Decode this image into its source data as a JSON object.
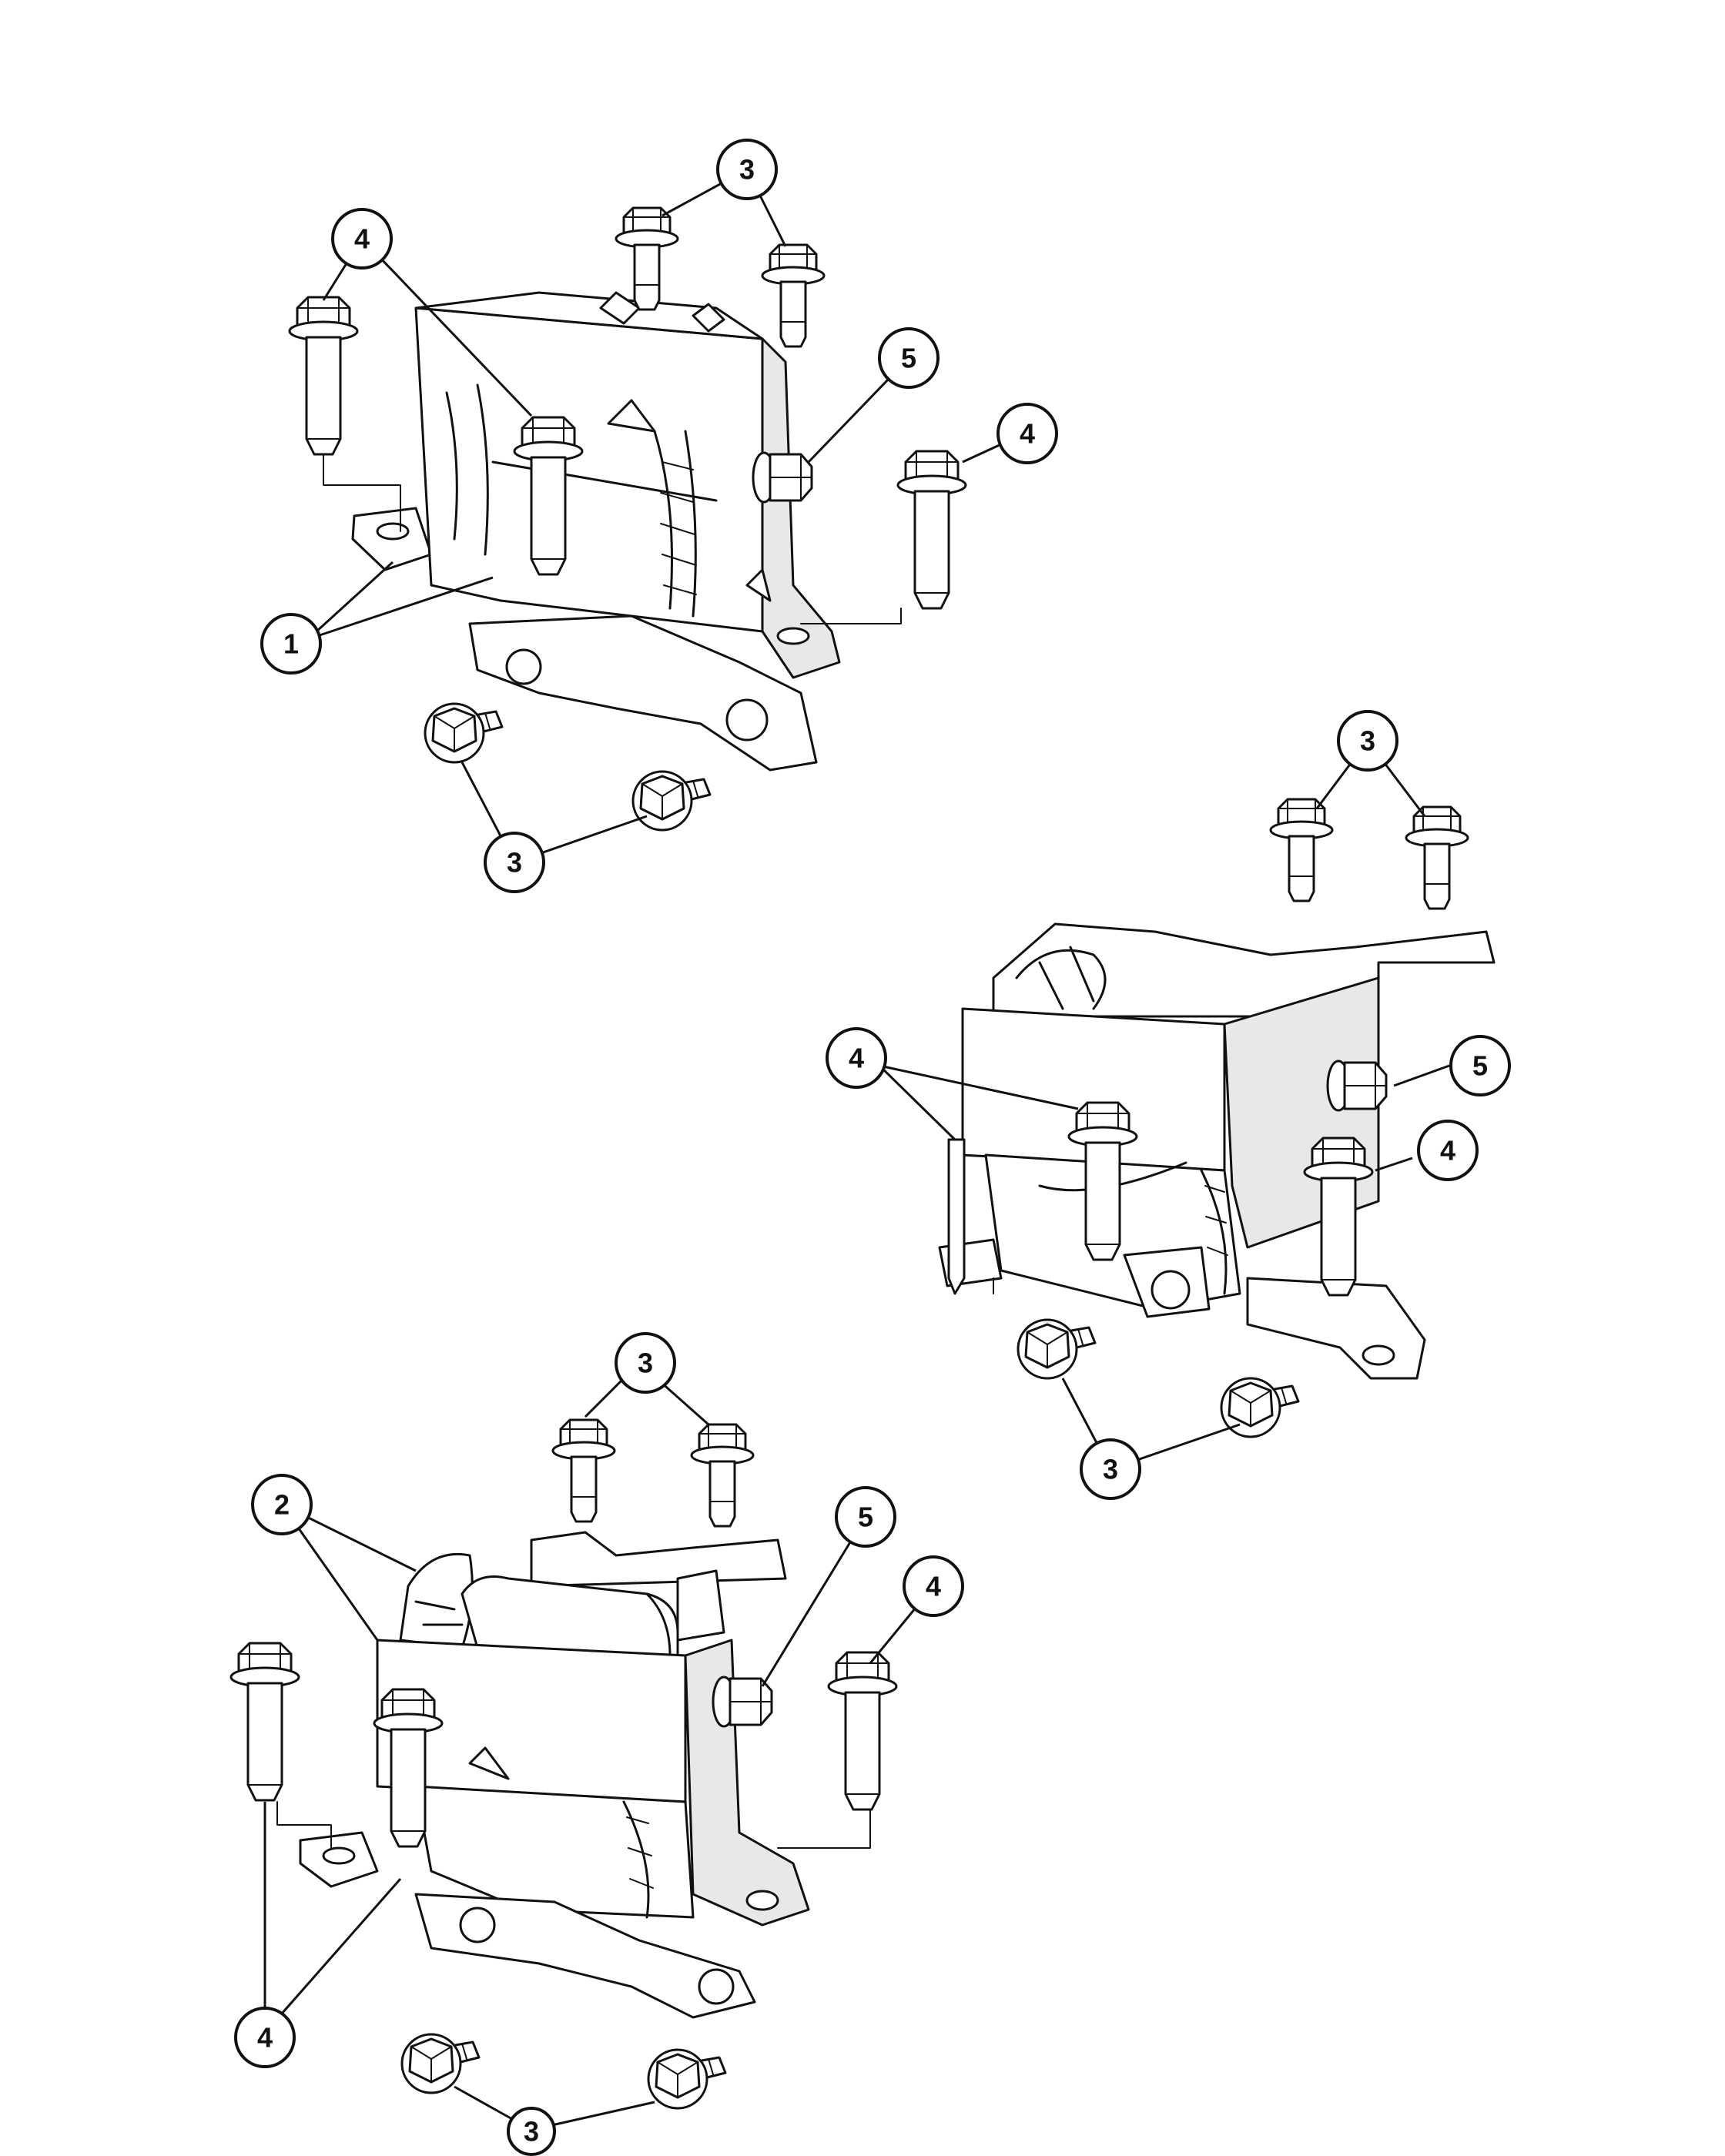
{
  "callouts": {
    "top": {
      "c1": "1",
      "c3a": "3",
      "c3b": "3",
      "c4a": "4",
      "c4b": "4",
      "c5": "5"
    },
    "right": {
      "c3a": "3",
      "c3b": "3",
      "c4a": "4",
      "c4b": "4",
      "c5": "5"
    },
    "bottom": {
      "c2": "2",
      "c3a": "3",
      "c3b": "3",
      "c4a": "4",
      "c4b": "4",
      "c5": "5"
    }
  }
}
